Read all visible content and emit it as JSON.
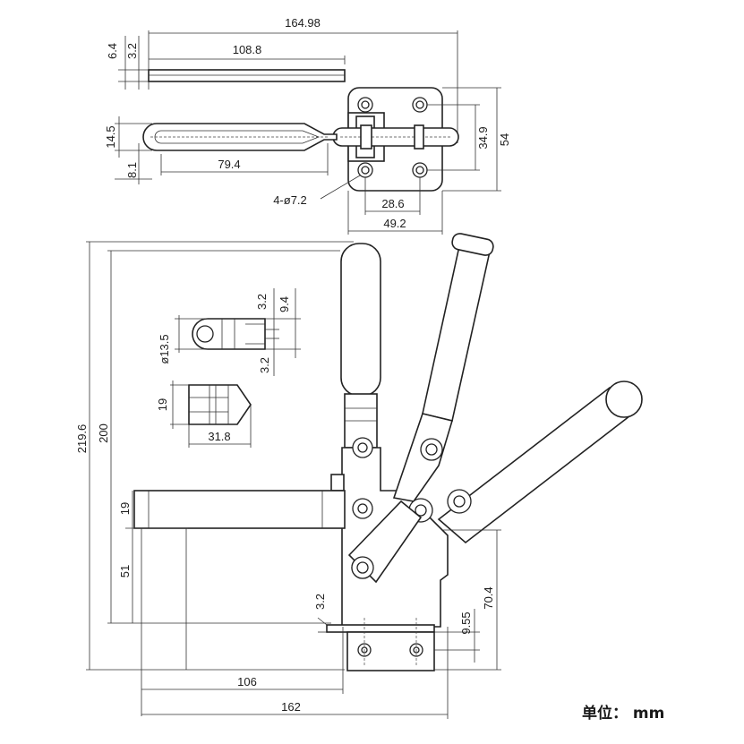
{
  "dimensions": {
    "overall_length": "164.98",
    "bar_length": "108.8",
    "bar_thickness_a": "6.4",
    "bar_thickness_b": "3.2",
    "slot_height": "14.5",
    "slot_offset": "8.1",
    "slot_length": "79.4",
    "hole_spec": "4-ø7.2",
    "hole_pitch_h": "28.6",
    "base_width": "49.2",
    "hole_pitch_v": "34.9",
    "base_height": "54",
    "height_total": "219.6",
    "height_200": "200",
    "detail_thick_a": "3.2",
    "detail_width": "9.4",
    "detail_dia": "ø13.5",
    "detail_thick_b": "3.2",
    "pad_height": "19",
    "pad_length": "31.8",
    "arm_height": "19",
    "arm_drop": "51",
    "base_plate": "3.2",
    "base_offset": "9.55",
    "pivot_height": "70.4",
    "reach_106": "106",
    "reach_162": "162"
  },
  "unit_label": "单位：  mm"
}
